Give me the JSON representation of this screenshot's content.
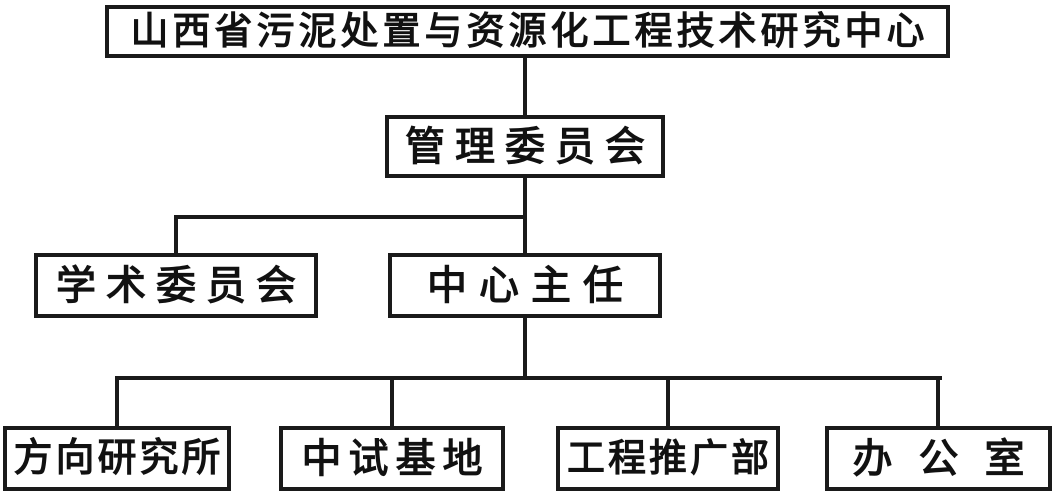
{
  "colors": {
    "line": "#1a1a1a",
    "box_background": "#ffffff",
    "text": "#111111"
  },
  "org_chart": {
    "nodes": {
      "root": "山西省污泥处置与资源化工程技术研究中心",
      "management_committee": "管理委员会",
      "academic_committee": "学术委员会",
      "center_director": "中心主任",
      "direction_research_institute": "方向研究所",
      "pilot_test_base": "中试基地",
      "engineering_promotion_dept": "工程推广部",
      "office": "办 公 室"
    },
    "hierarchy": {
      "root": [
        "management_committee"
      ],
      "management_committee": [
        "academic_committee",
        "center_director"
      ],
      "center_director": [
        "direction_research_institute",
        "pilot_test_base",
        "engineering_promotion_dept",
        "office"
      ]
    }
  }
}
